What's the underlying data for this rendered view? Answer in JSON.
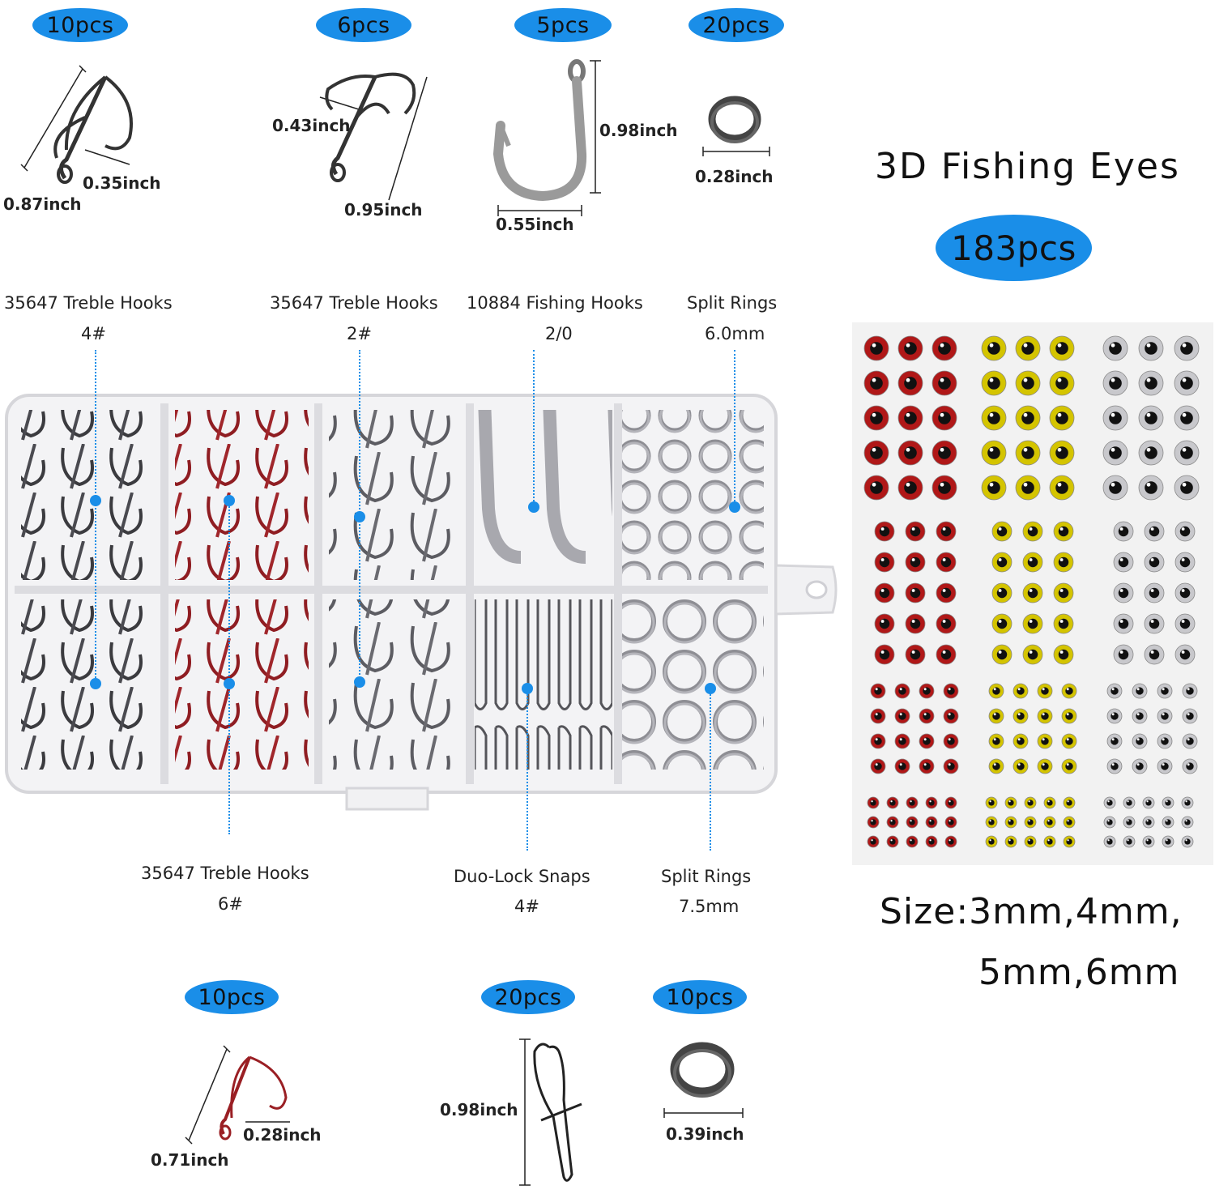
{
  "top_items": [
    {
      "count": "10pcs",
      "dims": [
        "0.87inch",
        "0.35inch"
      ]
    },
    {
      "count": "6pcs",
      "dims": [
        "0.43inch",
        "0.95inch"
      ]
    },
    {
      "count": "5pcs",
      "dims": [
        "0.98inch",
        "0.55inch"
      ]
    },
    {
      "count": "20pcs",
      "dims": [
        "0.28inch"
      ]
    }
  ],
  "bottom_items": [
    {
      "count": "10pcs",
      "dims": [
        "0.28inch",
        "0.71inch"
      ]
    },
    {
      "count": "20pcs",
      "dims": [
        "0.98inch"
      ]
    },
    {
      "count": "10pcs",
      "dims": [
        "0.39inch"
      ]
    }
  ],
  "box_labels_top": [
    {
      "name": "35647 Treble Hooks",
      "size": "4#"
    },
    {
      "name": "35647 Treble Hooks",
      "size": "2#"
    },
    {
      "name": "10884 Fishing Hooks",
      "size": "2/0"
    },
    {
      "name": "Split Rings",
      "size": "6.0mm"
    }
  ],
  "box_labels_bottom": [
    {
      "name": "35647 Treble Hooks",
      "size": "6#"
    },
    {
      "name": "Duo-Lock Snaps",
      "size": "4#"
    },
    {
      "name": "Split Rings",
      "size": "7.5mm"
    }
  ],
  "eyes": {
    "title": "3D Fishing Eyes",
    "count": "183pcs",
    "size_line1": "Size:3mm,4mm,",
    "size_line2": "5mm,6mm",
    "colors": {
      "red": "#b01818",
      "yellow": "#d4c400",
      "silver": "#c8c8cc"
    }
  },
  "colors": {
    "accent": "#1a8ee8",
    "red_hook": "#9a1f24"
  }
}
